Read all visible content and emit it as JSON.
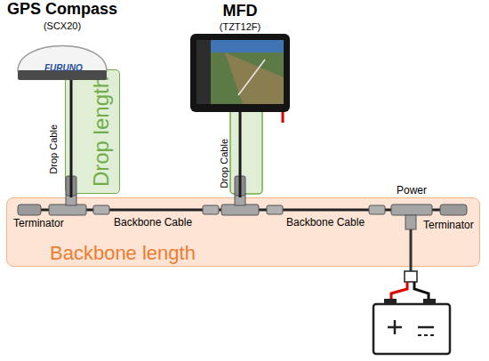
{
  "diagram": {
    "nodes": [
      {
        "text": [
          "GPS Compass",
          "(SCX20)"
        ]
      },
      {
        "text": [
          "MFD",
          "(TZT12F)"
        ]
      },
      {
        "text": [
          "Drop length"
        ]
      },
      {
        "text": [
          "Backbone length"
        ]
      }
    ],
    "edges": [
      {
        "from": 0,
        "to": 3,
        "arrow": "none"
      },
      {
        "from": 1,
        "to": 3,
        "arrow": "none"
      }
    ],
    "labels": [
      "FURUNO",
      "Drop Cable",
      "Terminator",
      "Backbone Cable",
      "Drop Cable",
      "Backbone Cable",
      "Power",
      "Terminator"
    ]
  }
}
